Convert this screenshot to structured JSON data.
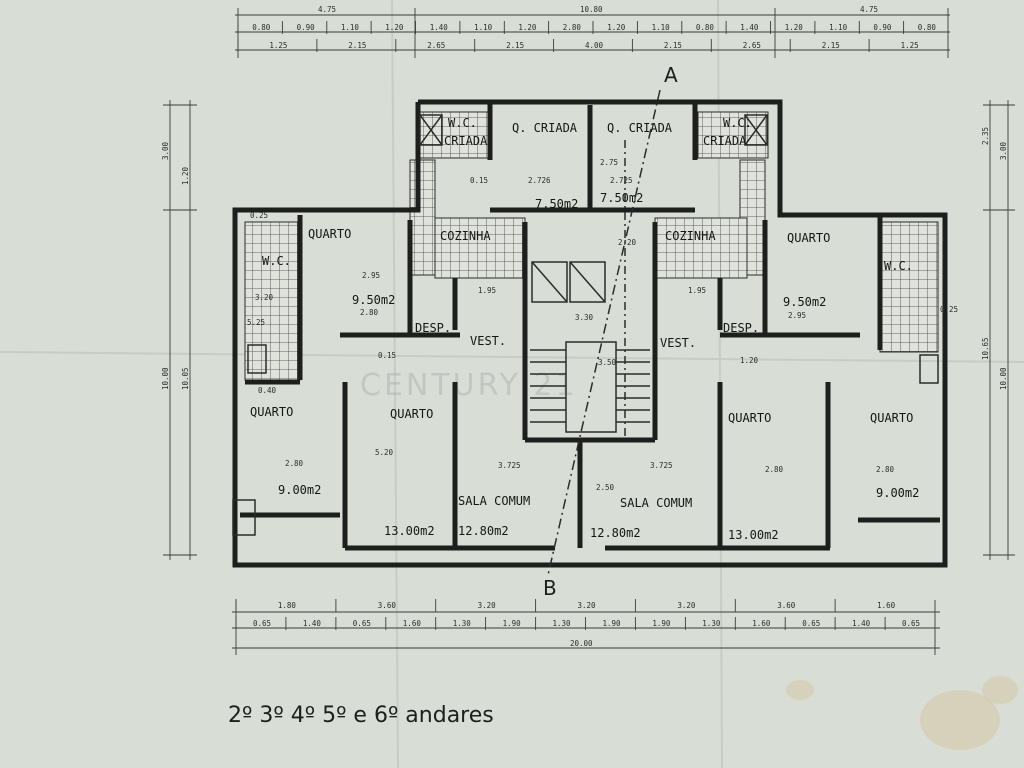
{
  "watermark": "CENTURY 21",
  "floors_caption": "2º 3º 4º 5º e 6º andares",
  "section_marks": {
    "top": "A",
    "bottom": "B"
  },
  "rooms": {
    "q_criada_left": "Q. CRIADA",
    "q_criada_right": "Q. CRIADA",
    "wc_criada_left": "W.C.\nCRIADA",
    "wc_criada_right": "W.C.\nCRIADA",
    "cozinha_left": "COZINHA",
    "cozinha_right": "COZINHA",
    "quarto_top_left": "QUARTO",
    "quarto_top_right": "QUARTO",
    "wc_left": "W.C.",
    "wc_right": "W.C.",
    "desp_left": "DESP.",
    "desp_right": "DESP.",
    "vest_left": "VEST.",
    "vest_right": "VEST.",
    "quarto_bl1": "QUARTO",
    "quarto_bl2": "QUARTO",
    "sala_left": "SALA COMUM",
    "sala_right": "SALA COMUM",
    "quarto_br1": "QUARTO",
    "quarto_br2": "QUARTO"
  },
  "areas": {
    "q_criada_left": "7.50m2",
    "q_criada_right": "7.50m2",
    "quarto_top_left": "9.50m2",
    "quarto_top_right": "9.50m2",
    "quarto_bl1": "9.00m2",
    "quarto_bl2": "13.00m2",
    "sala_left": "12.80m2",
    "sala_right": "12.80m2",
    "quarto_br1": "13.00m2",
    "quarto_br2": "9.00m2"
  },
  "dims": {
    "top_total_left": "4.75",
    "top_total_mid": "10.80",
    "top_total_right": "4.75",
    "top_row1": [
      "0.80",
      "0.90",
      "1.10",
      "1.20",
      "1.40",
      "1.10",
      "1.20",
      "2.80",
      "1.20",
      "1.10",
      "0.80",
      "1.40",
      "1.20",
      "1.10",
      "0.90",
      "0.80"
    ],
    "top_row2": [
      "1.25",
      "2.15",
      "2.65",
      "2.15",
      "4.00",
      "2.15",
      "2.65",
      "2.15",
      "1.25"
    ],
    "bot_row1": [
      "1.80",
      "3.60",
      "3.20",
      "3.20",
      "3.20",
      "3.60",
      "1.60"
    ],
    "bot_row2": [
      "0.65",
      "1.40",
      "0.65",
      "1.60",
      "1.30",
      "1.90",
      "1.30",
      "1.90",
      "1.90",
      "1.30",
      "1.60",
      "0.65",
      "1.40",
      "0.65"
    ],
    "bot_total": "20.00",
    "left_side": [
      "3.00",
      "1.20",
      "10.00",
      "10.05"
    ],
    "right_side": [
      "2.35",
      "3.00",
      "10.65",
      "10.00"
    ],
    "inner": [
      "2.726",
      "2.725",
      "2.75",
      "0.15",
      "2.20",
      "1.95",
      "1.95",
      "3.30",
      "3.50",
      "3.725",
      "3.725",
      "2.80",
      "2.80",
      "2.80",
      "2.80",
      "2.95",
      "2.95",
      "3.20",
      "5.20",
      "2.50",
      "5.25",
      "0.25",
      "0.40",
      "0.15",
      "1.20",
      "0.25"
    ]
  }
}
